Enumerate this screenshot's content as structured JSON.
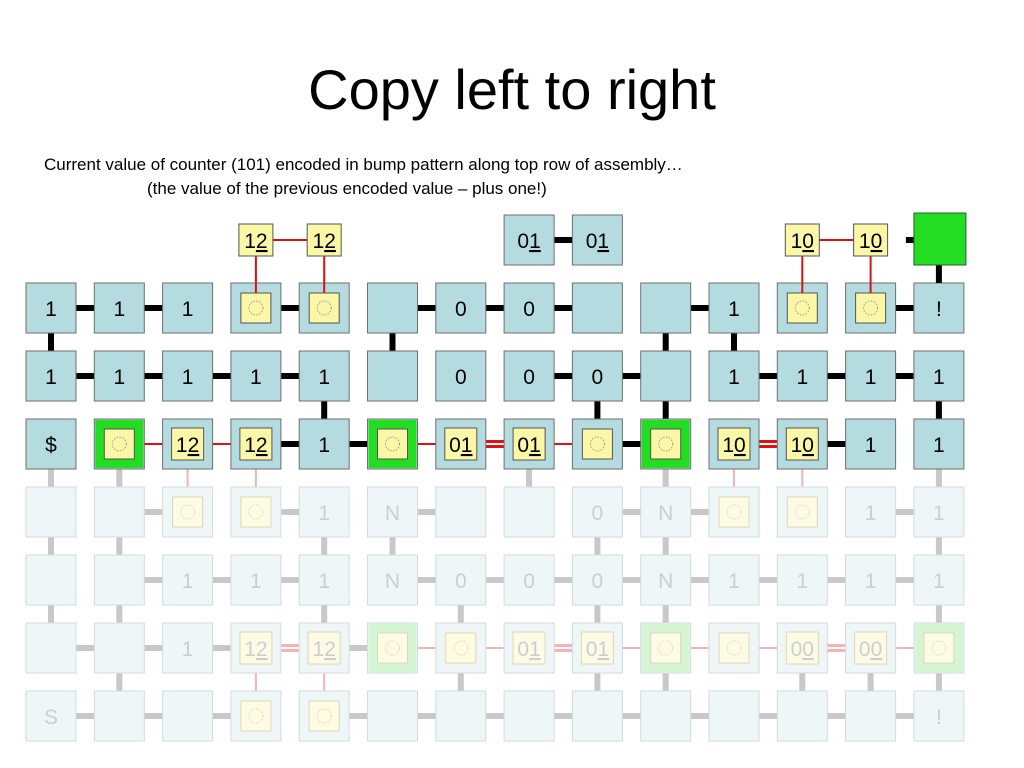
{
  "slide": {
    "title": "Copy left to right",
    "subtitle_line1": "Current value of counter (101) encoded in bump pattern along top row of assembly…",
    "subtitle_line2": "(the value of the previous encoded value – plus one!)"
  },
  "colors": {
    "tile": "#b4dbe0",
    "tile_border": "#6f6f6f",
    "seed_tile": "#22dd22",
    "yellow_tile": "#fbf7a6",
    "bond_red": "#dd1111",
    "glue_black": "#000000"
  },
  "grid": {
    "rows": [
      {
        "state": "active",
        "tiles": [
          {
            "col": 0,
            "label": "1"
          },
          {
            "col": 1,
            "label": "1"
          },
          {
            "col": 2,
            "label": "1"
          },
          {
            "col": 3,
            "circle": true
          },
          {
            "col": 4,
            "circle": true
          },
          {
            "col": 5,
            "label": ""
          },
          {
            "col": 6,
            "label": "0"
          },
          {
            "col": 7,
            "label": "0"
          },
          {
            "col": 8,
            "label": ""
          },
          {
            "col": 9,
            "label": ""
          },
          {
            "col": 10,
            "label": "1"
          },
          {
            "col": 11,
            "circle": true
          },
          {
            "col": 12,
            "circle": true
          },
          {
            "col": 13,
            "label": "!"
          }
        ]
      },
      {
        "state": "active",
        "tiles": [
          {
            "col": 0,
            "label": "1"
          },
          {
            "col": 1,
            "label": "1"
          },
          {
            "col": 2,
            "label": "1"
          },
          {
            "col": 3,
            "label": "1"
          },
          {
            "col": 4,
            "label": "1"
          },
          {
            "col": 5,
            "label": ""
          },
          {
            "col": 6,
            "label": "0"
          },
          {
            "col": 7,
            "label": "0"
          },
          {
            "col": 8,
            "label": "0"
          },
          {
            "col": 9,
            "label": ""
          },
          {
            "col": 10,
            "label": "1"
          },
          {
            "col": 11,
            "label": "1"
          },
          {
            "col": 12,
            "label": "1"
          },
          {
            "col": 13,
            "label": "1"
          }
        ]
      },
      {
        "state": "active",
        "tiles": [
          {
            "col": 0,
            "label": "$"
          },
          {
            "col": 1,
            "circle": true,
            "ring": true
          },
          {
            "col": 2,
            "pre": "1",
            "ul": "2",
            "yellow": true
          },
          {
            "col": 3,
            "pre": "1",
            "ul": "2",
            "yellow": true
          },
          {
            "col": 4,
            "label": "1"
          },
          {
            "col": 5,
            "circle": true,
            "ring": true
          },
          {
            "col": 6,
            "pre": "0",
            "ul": "1",
            "yellow": true
          },
          {
            "col": 7,
            "pre": "0",
            "ul": "1",
            "yellow": true
          },
          {
            "col": 8,
            "circle": true
          },
          {
            "col": 9,
            "circle": true,
            "ring": true
          },
          {
            "col": 10,
            "pre": "1",
            "ul": "0",
            "yellow": true
          },
          {
            "col": 11,
            "pre": "1",
            "ul": "0",
            "yellow": true
          },
          {
            "col": 12,
            "label": "1"
          },
          {
            "col": 13,
            "label": "1"
          }
        ]
      },
      {
        "state": "faded",
        "tiles": [
          {
            "col": 0,
            "label": ""
          },
          {
            "col": 1,
            "label": ""
          },
          {
            "col": 2,
            "circle": true
          },
          {
            "col": 3,
            "circle": true
          },
          {
            "col": 4,
            "label": "1"
          },
          {
            "col": 5,
            "label": "N"
          },
          {
            "col": 6,
            "label": ""
          },
          {
            "col": 7,
            "label": ""
          },
          {
            "col": 8,
            "label": "0"
          },
          {
            "col": 9,
            "label": "N"
          },
          {
            "col": 10,
            "circle": true
          },
          {
            "col": 11,
            "circle": true
          },
          {
            "col": 12,
            "label": "1"
          },
          {
            "col": 13,
            "label": "1"
          }
        ]
      },
      {
        "state": "faded",
        "tiles": [
          {
            "col": 0,
            "label": ""
          },
          {
            "col": 1,
            "label": ""
          },
          {
            "col": 2,
            "label": "1"
          },
          {
            "col": 3,
            "label": "1"
          },
          {
            "col": 4,
            "label": "1"
          },
          {
            "col": 5,
            "label": "N"
          },
          {
            "col": 6,
            "label": "0"
          },
          {
            "col": 7,
            "label": "0"
          },
          {
            "col": 8,
            "label": "0"
          },
          {
            "col": 9,
            "label": "N"
          },
          {
            "col": 10,
            "label": "1"
          },
          {
            "col": 11,
            "label": "1"
          },
          {
            "col": 12,
            "label": "1"
          },
          {
            "col": 13,
            "label": "1"
          }
        ]
      },
      {
        "state": "faded",
        "tiles": [
          {
            "col": 0,
            "label": ""
          },
          {
            "col": 1,
            "label": ""
          },
          {
            "col": 2,
            "label": "1"
          },
          {
            "col": 3,
            "pre": "1",
            "ul": "2",
            "yellow": true
          },
          {
            "col": 4,
            "pre": "1",
            "ul": "2",
            "yellow": true
          },
          {
            "col": 5,
            "circle": true,
            "ring": true
          },
          {
            "col": 6,
            "circle": true
          },
          {
            "col": 7,
            "pre": "0",
            "ul": "1",
            "yellow": true
          },
          {
            "col": 8,
            "pre": "0",
            "ul": "1",
            "yellow": true
          },
          {
            "col": 9,
            "circle": true,
            "ring": true
          },
          {
            "col": 10,
            "circle": true
          },
          {
            "col": 11,
            "pre": "0",
            "ul": "0",
            "yellow": true
          },
          {
            "col": 12,
            "pre": "0",
            "ul": "0",
            "yellow": true
          },
          {
            "col": 13,
            "circle": true,
            "ring": true
          }
        ]
      },
      {
        "state": "faded",
        "tiles": [
          {
            "col": 0,
            "label": "S"
          },
          {
            "col": 1,
            "label": ""
          },
          {
            "col": 2,
            "label": ""
          },
          {
            "col": 3,
            "circle": true
          },
          {
            "col": 4,
            "circle": true
          },
          {
            "col": 5,
            "label": ""
          },
          {
            "col": 6,
            "label": ""
          },
          {
            "col": 7,
            "label": ""
          },
          {
            "col": 8,
            "label": ""
          },
          {
            "col": 9,
            "label": ""
          },
          {
            "col": 10,
            "label": ""
          },
          {
            "col": 11,
            "label": ""
          },
          {
            "col": 12,
            "label": ""
          },
          {
            "col": 13,
            "label": "!"
          }
        ]
      }
    ],
    "h_bonds": [
      {
        "row": 0,
        "cols": [
          0,
          1,
          3,
          5,
          6,
          7,
          9,
          12
        ]
      },
      {
        "row": 1,
        "cols": [
          0,
          1,
          2,
          3,
          7,
          8,
          10,
          11,
          12
        ]
      },
      {
        "row": 2,
        "cols": [
          3,
          4,
          8,
          11
        ]
      },
      {
        "row": 3,
        "cols": [
          1,
          3,
          5,
          8,
          9,
          12
        ]
      },
      {
        "row": 4,
        "cols": [
          1,
          2,
          3,
          5,
          6,
          7,
          8,
          9,
          10,
          11,
          12
        ]
      },
      {
        "row": 5,
        "cols": [
          0,
          1,
          2,
          4
        ]
      },
      {
        "row": 6,
        "cols": [
          0,
          1,
          2,
          4,
          5,
          6,
          7,
          8,
          9,
          10,
          11,
          12
        ]
      }
    ],
    "h_double": [
      {
        "row": 2,
        "cols": [
          6,
          10
        ]
      },
      {
        "row": 5,
        "cols": [
          3,
          7,
          11
        ]
      }
    ],
    "h_red": [
      {
        "row": 2,
        "cols": [
          1,
          2,
          5,
          7
        ]
      },
      {
        "row": 5,
        "cols": [
          5,
          6,
          8,
          9,
          10,
          12
        ]
      }
    ],
    "v_bonds": [
      {
        "row": 0,
        "cols": [
          0,
          5,
          9,
          10
        ]
      },
      {
        "row": 1,
        "cols": [
          4,
          8,
          9,
          13
        ]
      },
      {
        "row": 2,
        "cols": [
          0,
          1,
          7,
          9,
          13
        ]
      },
      {
        "row": 3,
        "cols": [
          0,
          1,
          4,
          5,
          8,
          9,
          13
        ]
      },
      {
        "row": 4,
        "cols": [
          0,
          1,
          4,
          6,
          8,
          9,
          13
        ]
      },
      {
        "row": 5,
        "cols": [
          1,
          6,
          8,
          9,
          11,
          12,
          13
        ]
      }
    ],
    "v_red": [
      {
        "row": 2,
        "cols": [
          2,
          3,
          10,
          11
        ]
      },
      {
        "row": 5,
        "cols": [
          3,
          4
        ]
      }
    ]
  },
  "bumps": {
    "tiles": [
      {
        "col": 3,
        "pre": "1",
        "ul": "2",
        "style": "yellow"
      },
      {
        "col": 4,
        "pre": "1",
        "ul": "2",
        "style": "yellow"
      },
      {
        "col": 7,
        "pre": "0",
        "ul": "1",
        "style": "blue"
      },
      {
        "col": 8,
        "pre": "0",
        "ul": "1",
        "style": "blue"
      },
      {
        "col": 11,
        "pre": "1",
        "ul": "0",
        "style": "yellow"
      },
      {
        "col": 12,
        "pre": "1",
        "ul": "0",
        "style": "yellow"
      }
    ],
    "seed_col": 13,
    "red_links": [
      [
        3,
        4
      ],
      [
        11,
        12
      ]
    ],
    "black_links": [
      [
        7,
        8
      ]
    ],
    "stems": [
      3,
      4,
      11,
      12
    ]
  }
}
